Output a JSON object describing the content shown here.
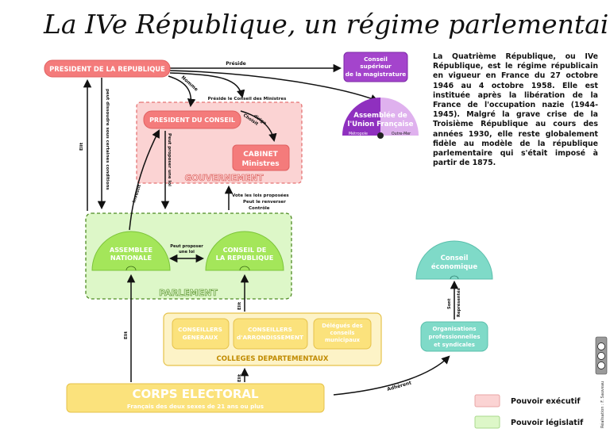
{
  "title": "La IVe République, un régime parlementaire",
  "description": "La Quatrième République, ou IVe République, est le régime républicain en vigueur en France du 27 octobre 1946 au 4 octobre 1958. Elle est instituée après la libération de la France de l'occupation nazie (1944-1945). Malgré la grave crise de la Troisième République au cours des années 1930, elle reste globalement fidèle au modèle de la république parlementaire qui s'était imposé à partir de 1875.",
  "nodes": {
    "president_republique": "PRESIDENT DE LA REPUBLIQUE",
    "conseil_magistrature": [
      "Conseil",
      "supérieur",
      "de la magistrature"
    ],
    "assemblee_union": [
      "Assemblée de",
      "l'Union Française"
    ],
    "metropole": "Métropole",
    "outre_mer": "Outre-Mer",
    "president_conseil": "PRESIDENT DU CONSEIL",
    "cabinet": [
      "CABINET",
      "Ministres"
    ],
    "gouvernement": "GOUVERNEMENT",
    "assemblee_nationale": [
      "ASSEMBLEE",
      "NATIONALE"
    ],
    "conseil_republique": [
      "CONSEIL DE",
      "LA REPUBLIQUE"
    ],
    "parlement": "PARLEMENT",
    "conseil_economique": [
      "Conseil",
      "économique"
    ],
    "organisations": [
      "Organisations",
      "professionnelles",
      "et syndicales"
    ],
    "conseillers_generaux": [
      "CONSEILLERS",
      "GENERAUX"
    ],
    "conseillers_arrondissement": [
      "CONSEILLERS",
      "d'ARRONDISSEMENT"
    ],
    "delegues": [
      "Délégués des",
      "conseils",
      "municipaux"
    ],
    "colleges": "COLLEGES DEPARTEMENTAUX",
    "corps_electoral": "CORPS ELECTORAL",
    "corps_electoral_sub": "Français des deux sexes de 21 ans ou plus"
  },
  "edges": {
    "preside": "Préside",
    "preside_conseil": "Préside le Conseil des Ministres",
    "nomme": "Nomme",
    "choisit": [
      "Choisit",
      "dirige"
    ],
    "peut_dissoudre": "peut dissoudre sous certaines conditions",
    "elit_left": "Elit",
    "peut_proposer_loi_v": "Peut proposer une loi",
    "investit": "Investit",
    "vote": [
      "Vote les lois proposées",
      "Peut le renverser",
      "Contrôle"
    ],
    "peut_proposer_loi_h": [
      "Peut proposer",
      "une loi"
    ],
    "elit_colleges": "Elit",
    "elit_an": "Elit",
    "elit_corps": "Elit",
    "sont_representes": [
      "Sont",
      "Représentés"
    ],
    "adherent": "Adhèrent"
  },
  "legend": {
    "executif": "Pouvoir exécutif",
    "legislatif": "Pouvoir législatif"
  },
  "credit": "Réalisation : F. Sauveau",
  "colors": {
    "exec_fill": "#fbd3d3",
    "exec_border": "#e57373",
    "exec_box": "#f47b7b",
    "leg_fill": "#ddf7c8",
    "leg_border": "#5b9e2e",
    "leg_dome": "#a4e65a",
    "purple_dark": "#8f30bf",
    "purple_light": "#dfb1ee",
    "teal": "#7fdac8",
    "yellow": "#fbe27c",
    "yellow_fill": "#fdf3c7"
  }
}
